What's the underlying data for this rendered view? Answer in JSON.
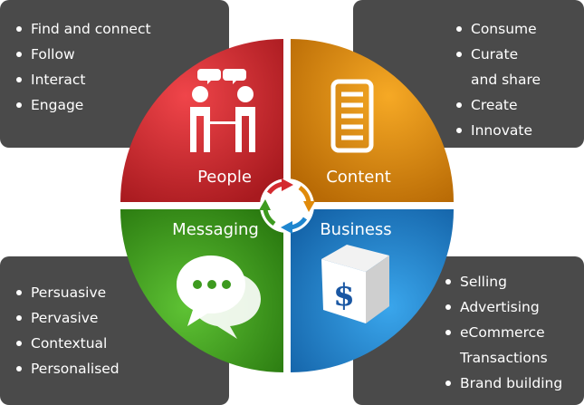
{
  "colors": {
    "people": "#d42a2f",
    "content": "#e08a0a",
    "messaging": "#3d9a1f",
    "business": "#1f86cf",
    "panel": "#4a4a4a"
  },
  "panels": {
    "people": [
      "Find and connect",
      "Follow",
      "Interact",
      "Engage"
    ],
    "content": [
      {
        "text": "Consume",
        "bullet": true
      },
      {
        "text": "Curate",
        "bullet": true
      },
      {
        "text": "and share",
        "bullet": false
      },
      {
        "text": "Create",
        "bullet": true
      },
      {
        "text": "Innovate",
        "bullet": true
      }
    ],
    "messaging": [
      "Persuasive",
      "Pervasive",
      "Contextual",
      "Personalised"
    ],
    "business": [
      {
        "text": "Selling",
        "bullet": true
      },
      {
        "text": "Advertising",
        "bullet": true
      },
      {
        "text": "eCommerce",
        "bullet": true
      },
      {
        "text": "Transactions",
        "bullet": false
      },
      {
        "text": "Brand building",
        "bullet": true
      }
    ]
  },
  "quadrants": {
    "people": "People",
    "content": "Content",
    "messaging": "Messaging",
    "business": "Business"
  },
  "icons": {
    "people": "two-people-chatting-icon",
    "content": "document-icon",
    "messaging": "speech-bubbles-icon",
    "business": "dollar-box-icon",
    "center": "cycle-arrows-icon"
  },
  "business_symbol": "$"
}
